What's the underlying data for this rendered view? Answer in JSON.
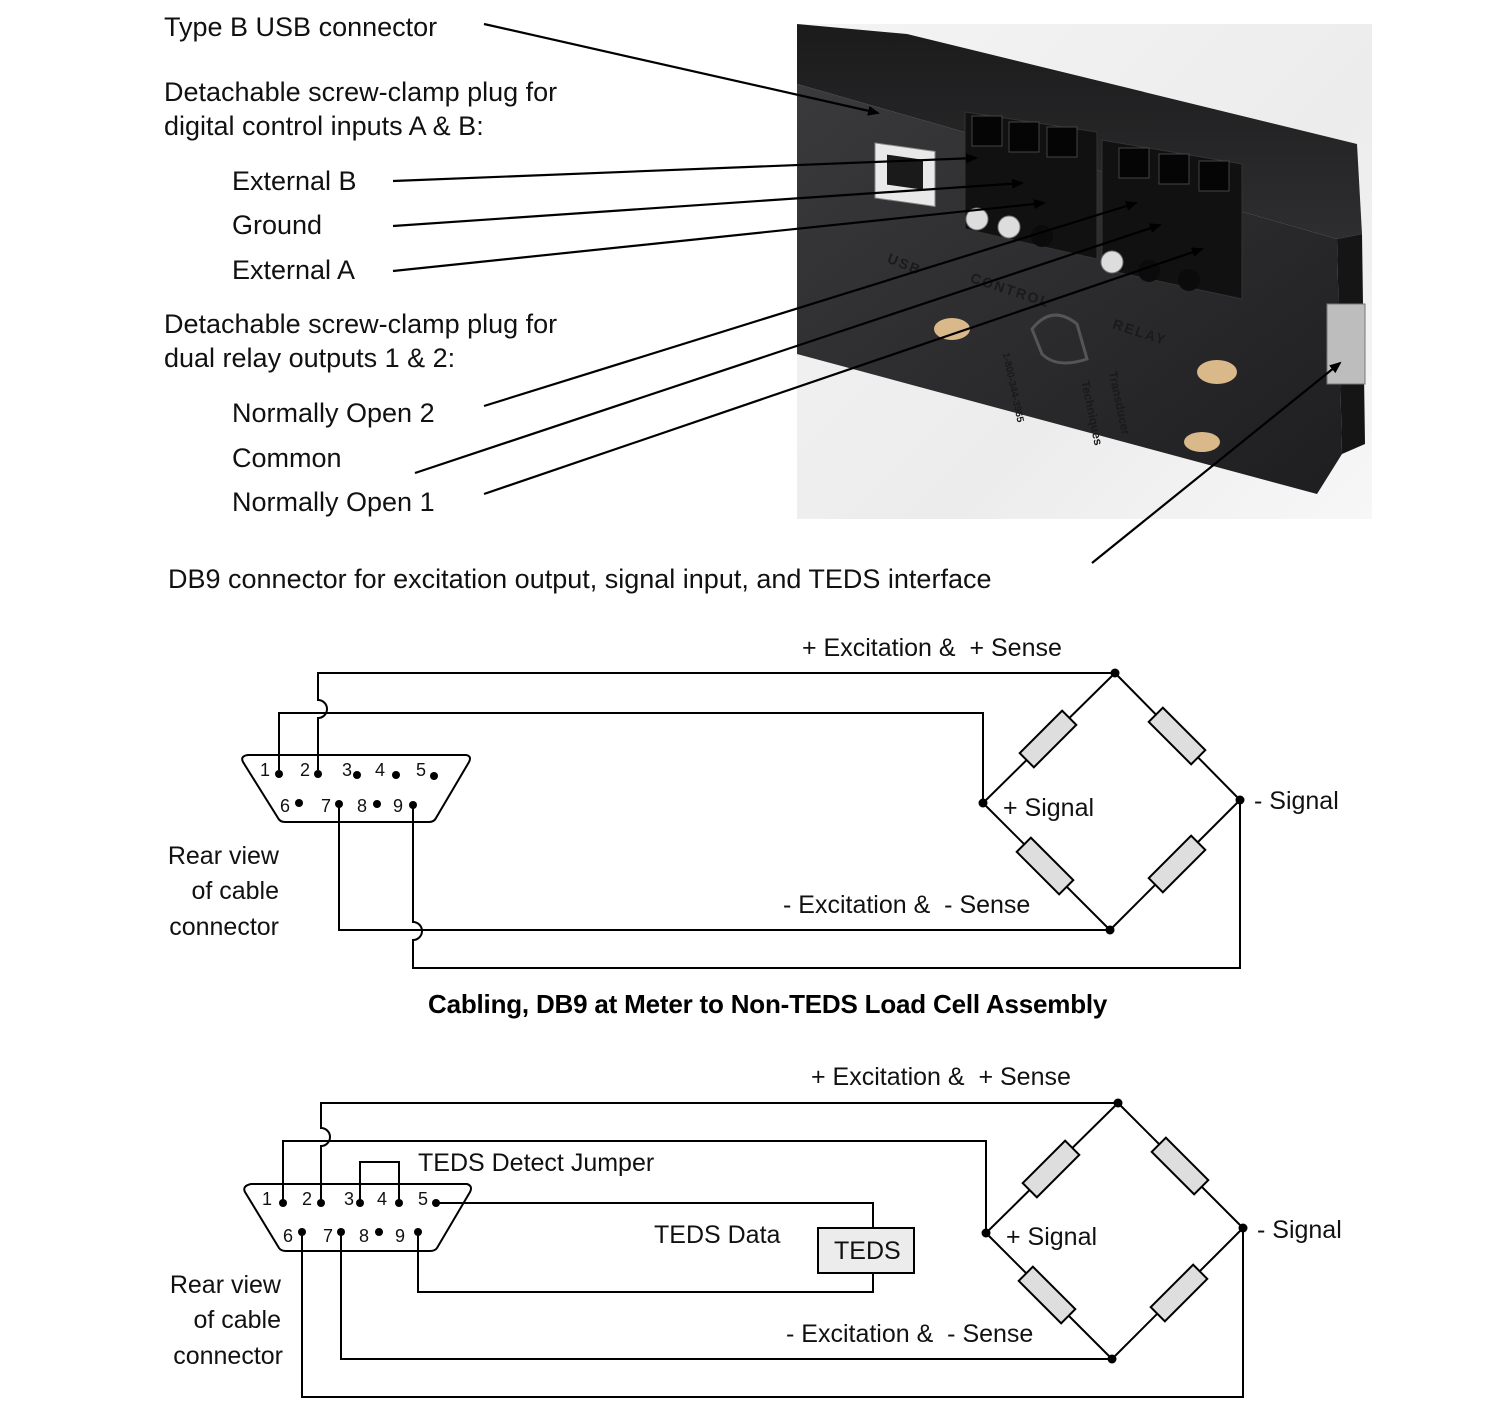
{
  "photo_section": {
    "annotations": {
      "usb": "Type B USB connector",
      "control_plug_line1": "Detachable screw-clamp plug for",
      "control_plug_line2": "digital control inputs A & B:",
      "external_b": "External B",
      "ground": "Ground",
      "external_a": "External A",
      "relay_plug_line1": "Detachable screw-clamp plug for",
      "relay_plug_line2": "dual relay outputs 1 & 2:",
      "normally_open_2": "Normally Open 2",
      "common": "Common",
      "normally_open_1": "Normally Open 1",
      "db9": "DB9 connector for excitation output, signal input, and TEDS interface"
    },
    "device_markings": {
      "usb": "USB",
      "control": "CONTROL",
      "relay": "RELAY",
      "brand_line1": "Transducer",
      "brand_line2": "Techniques",
      "phone": "1-800-344-3965"
    },
    "device_color": "#2b2b2d"
  },
  "diagram_non_teds": {
    "caption": "Cabling, DB9 at Meter to Non-TEDS Load Cell Assembly",
    "connector_label_line1": "Rear view",
    "connector_label_line2": "of cable",
    "connector_label_line3": "connector",
    "pins_top": [
      "1",
      "2",
      "3",
      "4",
      "5"
    ],
    "pins_bottom": [
      "6",
      "7",
      "8",
      "9"
    ],
    "plus_excitation": "+ Excitation &  + Sense",
    "minus_excitation": "- Excitation &  - Sense",
    "plus_signal": "+ Signal",
    "minus_signal": "- Signal"
  },
  "diagram_teds": {
    "connector_label_line1": "Rear view",
    "connector_label_line2": "of cable",
    "connector_label_line3": "connector",
    "pins_top": [
      "1",
      "2",
      "3",
      "4",
      "5"
    ],
    "pins_bottom": [
      "6",
      "7",
      "8",
      "9"
    ],
    "jumper_label": "TEDS Detect Jumper",
    "teds_data_label": "TEDS Data",
    "teds_chip_label": "TEDS",
    "plus_excitation": "+ Excitation &  + Sense",
    "minus_excitation": "- Excitation &  - Sense",
    "plus_signal": "+ Signal",
    "minus_signal": "- Signal"
  },
  "colors": {
    "resistor_fill": "#dedede",
    "teds_fill": "#ececec",
    "wire": "#000000"
  }
}
